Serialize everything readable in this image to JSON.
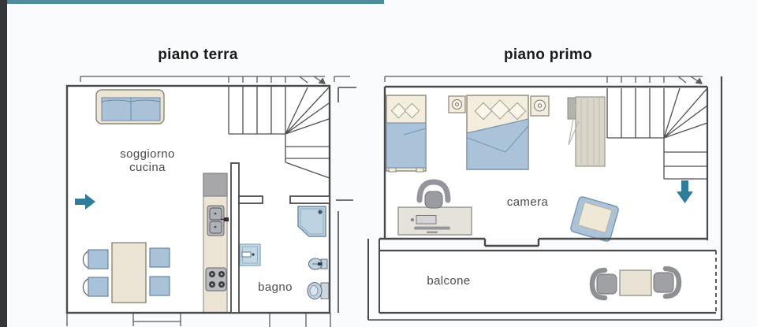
{
  "page": {
    "background_color": "#fafbfc",
    "side_strip_color": "#343639",
    "accent_bar_color": "#4e8c99"
  },
  "floorplans": {
    "ground": {
      "title": "piano terra",
      "living_room_label": [
        "soggiorno",
        "cucina"
      ],
      "bathroom_label": "bagno",
      "entrance_arrow_icon": "arrow-right"
    },
    "first": {
      "title": "piano primo",
      "bedroom_label": "camera",
      "balcony_label": "balcone",
      "stairs_arrow_icon": "arrow-down"
    }
  },
  "colors": {
    "wall": "#4a4a4a",
    "wood_beige": "#ece4d4",
    "upholstery_blue": "#a9c2d8",
    "fixture_blue": "#bdd3e2",
    "furniture_gray": "#9b9ca0",
    "appliance_gray": "#a7a7aa",
    "arrow_teal": "#2e7d9b",
    "label_text": "#4b4b4b",
    "title_text": "#1b1b1b"
  }
}
